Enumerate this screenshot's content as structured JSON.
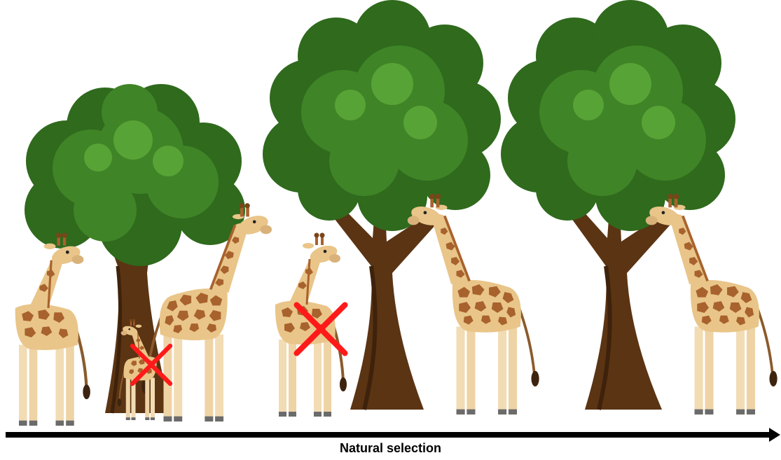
{
  "caption": "Natural selection",
  "colors": {
    "foliage_dark": "#2f6a1d",
    "foliage_mid": "#3f8426",
    "foliage_light": "#58a336",
    "trunk": "#5b3413",
    "trunk_dark": "#3e220b",
    "giraffe_body": "#e9c589",
    "giraffe_spot": "#a8622d",
    "giraffe_leg": "#f2dcb4",
    "mark": "#ff1a1a",
    "arrow": "#000000"
  },
  "stages": [
    {
      "name": "stage-1",
      "giraffes": [
        {
          "name": "short-giraffe",
          "eliminated": false
        },
        {
          "name": "tall-giraffe",
          "eliminated": false
        },
        {
          "name": "small-giraffe",
          "eliminated": true
        }
      ]
    },
    {
      "name": "stage-2",
      "giraffes": [
        {
          "name": "short-giraffe",
          "eliminated": true
        },
        {
          "name": "tall-giraffe",
          "eliminated": false
        }
      ]
    },
    {
      "name": "stage-3",
      "giraffes": [
        {
          "name": "tall-giraffe",
          "eliminated": false
        }
      ]
    }
  ]
}
